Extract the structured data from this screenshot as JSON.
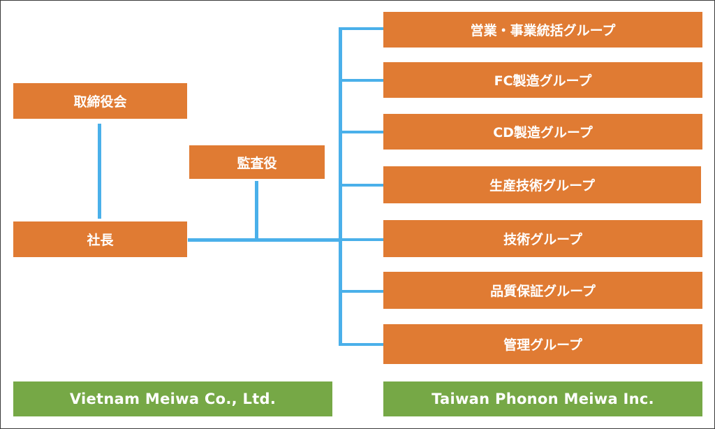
{
  "colors": {
    "box_fill": "#e07b33",
    "box_text": "#ffffff",
    "connector": "#4ab0ea",
    "footer_fill": "#76a846"
  },
  "left": {
    "board": "取締役会",
    "auditor": "監査役",
    "president": "社長"
  },
  "groups": [
    "営業・事業統括グループ",
    "FC製造グループ",
    "CD製造グループ",
    "生産技術グループ",
    "技術グループ",
    "品質保証グループ",
    "管理グループ"
  ],
  "footer": {
    "left_company": "Vietnam Meiwa Co., Ltd.",
    "right_company": "Taiwan Phonon Meiwa Inc."
  }
}
